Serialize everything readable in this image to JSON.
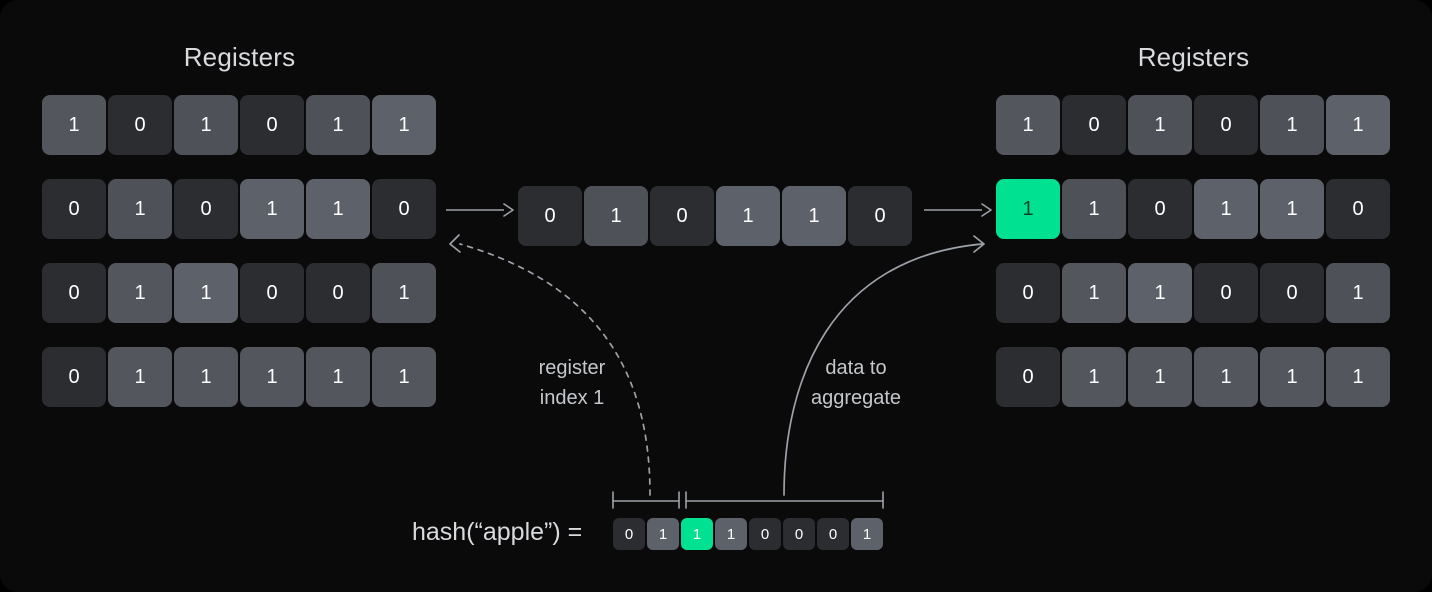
{
  "diagram": {
    "left_panel": {
      "title": "Registers",
      "rows": [
        [
          {
            "v": "1",
            "t": "b1"
          },
          {
            "v": "0",
            "t": "v0"
          },
          {
            "v": "1",
            "t": "v1"
          },
          {
            "v": "0",
            "t": "v0"
          },
          {
            "v": "1",
            "t": "v1"
          },
          {
            "v": "1",
            "t": "b2"
          }
        ],
        [
          {
            "v": "0",
            "t": "v0"
          },
          {
            "v": "1",
            "t": "v1"
          },
          {
            "v": "0",
            "t": "v0"
          },
          {
            "v": "1",
            "t": "b2"
          },
          {
            "v": "1",
            "t": "b2"
          },
          {
            "v": "0",
            "t": "v0"
          }
        ],
        [
          {
            "v": "0",
            "t": "v0"
          },
          {
            "v": "1",
            "t": "b1"
          },
          {
            "v": "1",
            "t": "b2"
          },
          {
            "v": "0",
            "t": "v0"
          },
          {
            "v": "0",
            "t": "v0"
          },
          {
            "v": "1",
            "t": "v1"
          }
        ],
        [
          {
            "v": "0",
            "t": "v0"
          },
          {
            "v": "1",
            "t": "b1"
          },
          {
            "v": "1",
            "t": "b1"
          },
          {
            "v": "1",
            "t": "b1"
          },
          {
            "v": "1",
            "t": "b1"
          },
          {
            "v": "1",
            "t": "b1"
          }
        ]
      ]
    },
    "middle_row": {
      "cells": [
        {
          "v": "0",
          "t": "v0"
        },
        {
          "v": "1",
          "t": "v1"
        },
        {
          "v": "0",
          "t": "v0"
        },
        {
          "v": "1",
          "t": "b2"
        },
        {
          "v": "1",
          "t": "b2"
        },
        {
          "v": "0",
          "t": "v0"
        }
      ]
    },
    "right_panel": {
      "title": "Registers",
      "rows": [
        [
          {
            "v": "1",
            "t": "b1"
          },
          {
            "v": "0",
            "t": "v0"
          },
          {
            "v": "1",
            "t": "v1"
          },
          {
            "v": "0",
            "t": "v0"
          },
          {
            "v": "1",
            "t": "v1"
          },
          {
            "v": "1",
            "t": "b2"
          }
        ],
        [
          {
            "v": "1",
            "t": "hl"
          },
          {
            "v": "1",
            "t": "v1"
          },
          {
            "v": "0",
            "t": "v0"
          },
          {
            "v": "1",
            "t": "b2"
          },
          {
            "v": "1",
            "t": "b2"
          },
          {
            "v": "0",
            "t": "v0"
          }
        ],
        [
          {
            "v": "0",
            "t": "v0"
          },
          {
            "v": "1",
            "t": "b1"
          },
          {
            "v": "1",
            "t": "b2"
          },
          {
            "v": "0",
            "t": "v0"
          },
          {
            "v": "0",
            "t": "v0"
          },
          {
            "v": "1",
            "t": "v1"
          }
        ],
        [
          {
            "v": "0",
            "t": "v0"
          },
          {
            "v": "1",
            "t": "b1"
          },
          {
            "v": "1",
            "t": "b1"
          },
          {
            "v": "1",
            "t": "b1"
          },
          {
            "v": "1",
            "t": "b1"
          },
          {
            "v": "1",
            "t": "b1"
          }
        ]
      ]
    },
    "captions": {
      "register_index": "register\nindex 1",
      "data_to_aggregate": "data to\naggregate"
    },
    "hash": {
      "label": "hash(“apple”) =",
      "bits": [
        {
          "v": "0",
          "t": "v0"
        },
        {
          "v": "1",
          "t": "b2"
        },
        {
          "v": "1",
          "t": "hl"
        },
        {
          "v": "1",
          "t": "b2"
        },
        {
          "v": "0",
          "t": "v0"
        },
        {
          "v": "0",
          "t": "v0"
        },
        {
          "v": "0",
          "t": "v0"
        },
        {
          "v": "1",
          "t": "b2"
        }
      ]
    },
    "colors": {
      "background": "#0a0a0b",
      "highlight": "#00e291",
      "cell_zero": "#2b2d31",
      "cell_one": "#4e5157",
      "text": "#d8dade",
      "connector": "#9da1a8"
    }
  }
}
